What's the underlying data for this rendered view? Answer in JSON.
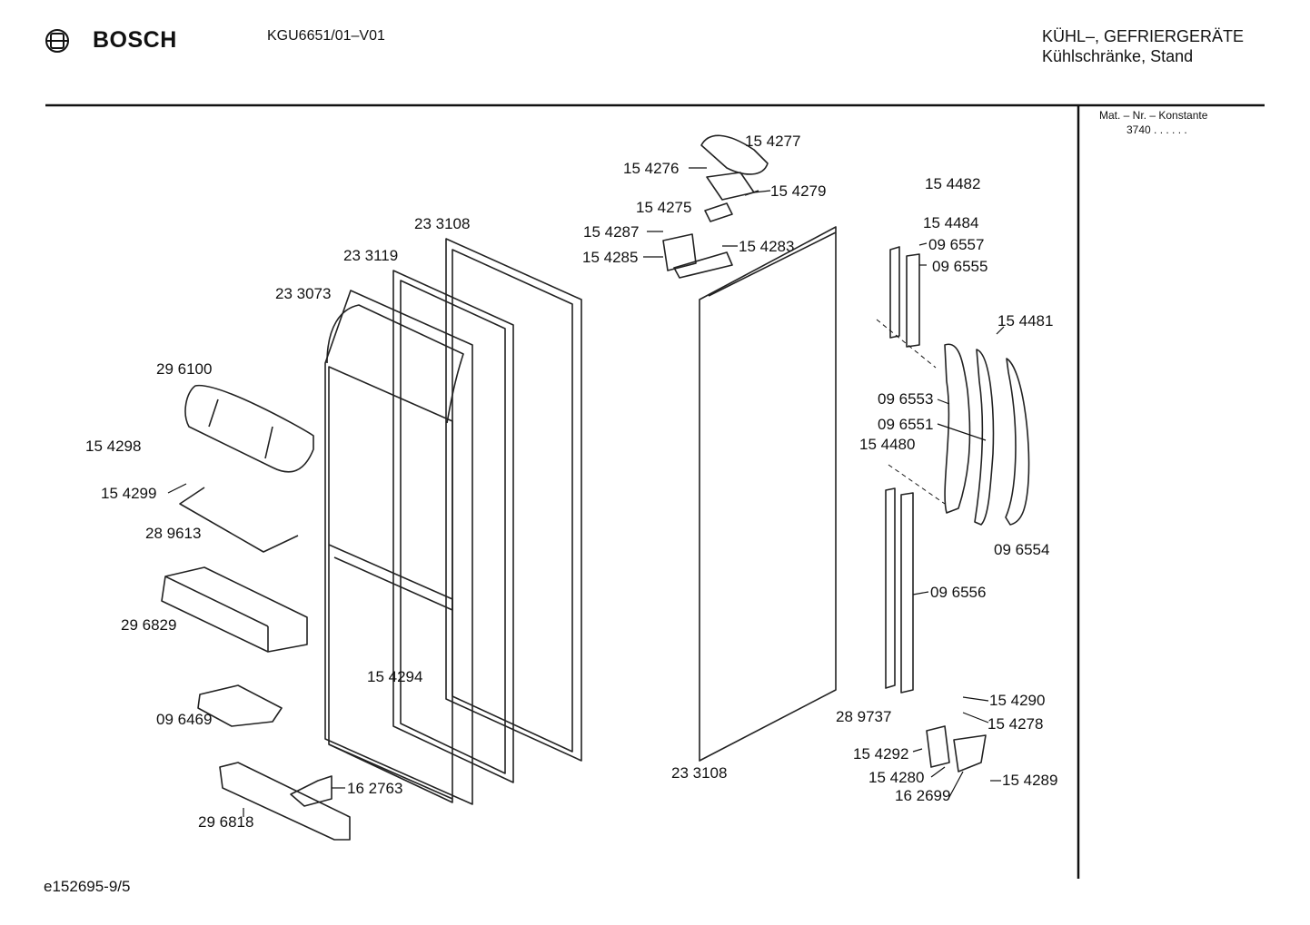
{
  "header": {
    "brand": "BOSCH",
    "model": "KGU6651/01–V01",
    "category_line1": "KÜHL–, GEFRIERGERÄTE",
    "category_line2": "Kühlschränke, Stand"
  },
  "sidebar": {
    "mat_title": "Mat. – Nr. – Konstante",
    "mat_value": "3740  .  .  .  .  .  ."
  },
  "footer": {
    "code": "e152695-9/5"
  },
  "parts": [
    "15 4277",
    "15 4276",
    "15 4279",
    "15 4275",
    "15 4287",
    "15 4285",
    "15 4283",
    "23 3108",
    "23 3119",
    "23 3073",
    "29 6100",
    "15 4298",
    "15 4299",
    "28 9613",
    "29 6829",
    "15 4294",
    "09 6469",
    "16 2763",
    "29 6818",
    "23 3108",
    "15 4482",
    "15 4484",
    "09 6557",
    "09 6555",
    "15 4481",
    "09 6553",
    "09 6551",
    "15 4480",
    "09 6554",
    "09 6556",
    "28 9737",
    "15 4290",
    "15 4278",
    "15 4292",
    "15 4280",
    "16 2699",
    "15 4289"
  ]
}
